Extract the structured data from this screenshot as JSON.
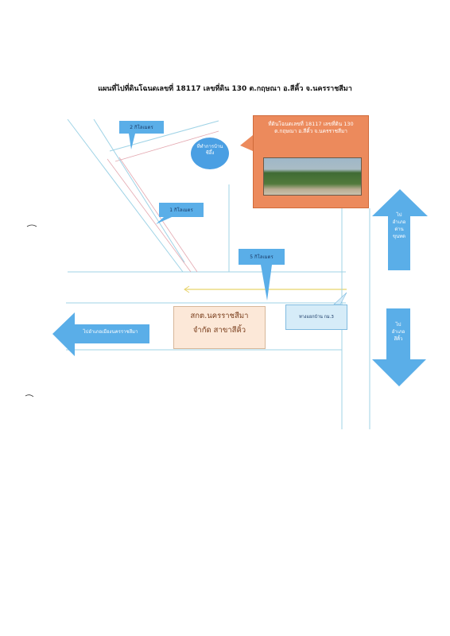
{
  "title": "แผนที่ไปที่ดินโฉนดเลขที่ 18117 เลขที่ดิน 130 ต.กฤษณา อ.สีคิ้ว จ.นครราชสีมา",
  "labels": {
    "distance_top": "2 กิโลเมตร",
    "distance_middle": "1 กิโลเมตร",
    "distance_lower": "5 กิโลเมตร",
    "village_office": "ที่ทำการบ้าน",
    "village_office_line2": "ชีอึ้ง",
    "land_line1": "ที่ดินโฉนดเลขที่ 18117 เลขที่ดิน 130",
    "land_line2": "ต.กฤษณา อ.สีคิ้ว จ.นครราชสีมา",
    "coop_line1": "สกต.นครราชสีมา",
    "coop_line2": "จำกัด สาขาสีคิ้ว",
    "junction": "ทางแยกบ้าน กม.3",
    "to_korat": "ไปอำเภอเมืองนครราชสีมา",
    "to_north_1": "ไป",
    "to_north_2": "อำเภอ",
    "to_north_3": "ด่าน",
    "to_north_4": "ขุนทด",
    "to_south_1": "ไป",
    "to_south_2": "อำเภอ",
    "to_south_3": "สีคิ้ว"
  },
  "colors": {
    "road": "#9fd3e6",
    "road_pink": "#e4a8b0",
    "callout": "#5aaee8",
    "land": "#ec8a5c",
    "coop": "#fce8d8"
  }
}
